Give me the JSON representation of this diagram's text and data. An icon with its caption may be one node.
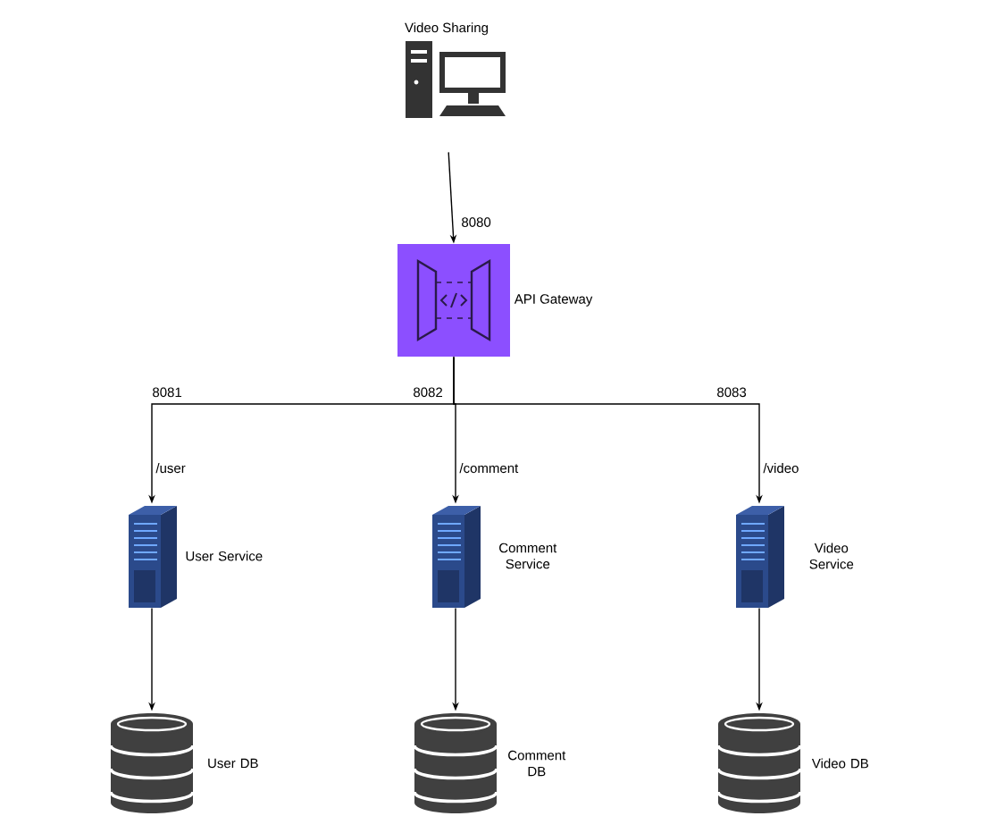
{
  "diagram": {
    "nodes": [
      {
        "text": [
          "Video Sharing"
        ]
      },
      {
        "text": [
          "API Gateway"
        ]
      },
      {
        "text": [
          "User Service"
        ]
      },
      {
        "text": [
          "Comment Service"
        ]
      },
      {
        "text": [
          "Video Service"
        ]
      },
      {
        "text": [
          "User DB"
        ]
      },
      {
        "text": [
          "Comment DB"
        ]
      },
      {
        "text": [
          "Video DB"
        ]
      }
    ],
    "edges": [
      {
        "from": 0,
        "to": 1,
        "arrow": "to",
        "label": "8080"
      },
      {
        "from": 1,
        "to": 2,
        "arrow": "to",
        "label": "/user"
      },
      {
        "from": 1,
        "to": 3,
        "arrow": "to",
        "label": "/comment"
      },
      {
        "from": 1,
        "to": 4,
        "arrow": "to",
        "label": "/video"
      },
      {
        "from": 2,
        "to": 5,
        "arrow": "to"
      },
      {
        "from": 3,
        "to": 6,
        "arrow": "to"
      },
      {
        "from": 4,
        "to": 7,
        "arrow": "to"
      }
    ],
    "labels": [
      "8081",
      "8082",
      "8083"
    ]
  }
}
